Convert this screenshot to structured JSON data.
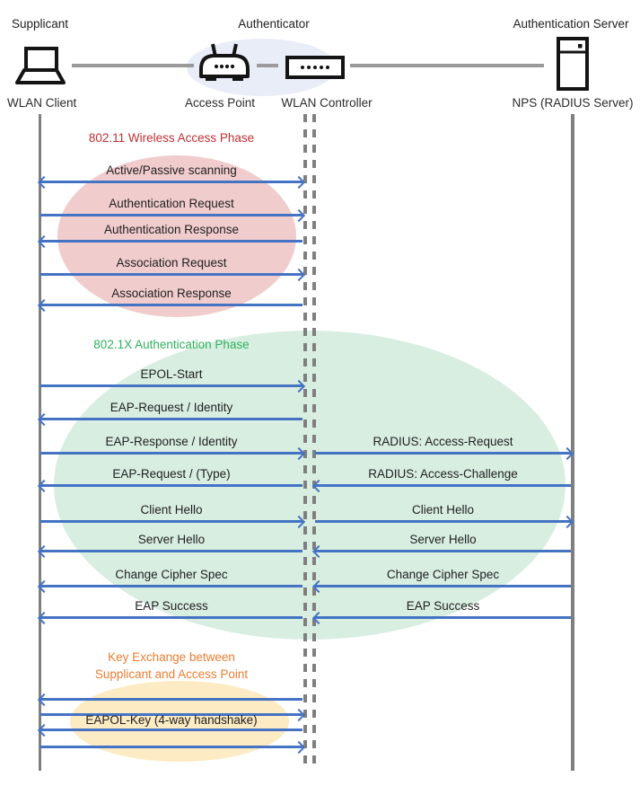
{
  "header": {
    "roles": {
      "supplicant": "Supplicant",
      "authenticator": "Authenticator",
      "auth_server": "Authentication Server"
    },
    "devices": {
      "wlan_client": "WLAN Client",
      "access_point": "Access Point",
      "wlan_controller": "WLAN Controller",
      "nps": "NPS (RADIUS Server)"
    }
  },
  "phases": {
    "wireless": {
      "title": "802.11 Wireless Access Phase"
    },
    "dot1x": {
      "title": "802.1X Authentication Phase"
    },
    "key_exchange": {
      "title_line1": "Key Exchange between",
      "title_line2": "Supplicant and Access Point"
    }
  },
  "messages": {
    "left": [
      {
        "label": "Active/Passive scanning",
        "direction": "both"
      },
      {
        "label": "Authentication Request",
        "direction": "right"
      },
      {
        "label": "Authentication Response",
        "direction": "left"
      },
      {
        "label": "Association Request",
        "direction": "right"
      },
      {
        "label": "Association Response",
        "direction": "left"
      },
      {
        "label": "EPOL-Start",
        "direction": "right"
      },
      {
        "label": "EAP-Request / Identity",
        "direction": "left"
      },
      {
        "label": "EAP-Response / Identity",
        "direction": "right"
      },
      {
        "label": "EAP-Request / (Type)",
        "direction": "left"
      },
      {
        "label": "Client Hello",
        "direction": "right"
      },
      {
        "label": "Server Hello",
        "direction": "left"
      },
      {
        "label": "Change Cipher Spec",
        "direction": "left"
      },
      {
        "label": "EAP Success",
        "direction": "left"
      },
      {
        "label": "",
        "direction": "left"
      },
      {
        "label": "",
        "direction": "right"
      },
      {
        "label": "EAPOL-Key (4-way handshake)",
        "direction": "left"
      },
      {
        "label": "",
        "direction": "right"
      }
    ],
    "right": [
      {
        "label": "RADIUS: Access-Request",
        "direction": "right"
      },
      {
        "label": "RADIUS: Access-Challenge",
        "direction": "left"
      },
      {
        "label": "Client Hello",
        "direction": "right"
      },
      {
        "label": "Server Hello",
        "direction": "left"
      },
      {
        "label": "Change Cipher Spec",
        "direction": "left"
      },
      {
        "label": "EAP Success",
        "direction": "left"
      }
    ]
  },
  "colors": {
    "arrow": "#4573C4",
    "lifeline": "#7F7F7F",
    "text": "#222222",
    "title_wireless": "#BE3035",
    "title_dot1x": "#30B05E",
    "title_key": "#ED7D31",
    "ellipse_wireless": "#F1CCCC",
    "ellipse_dot1x": "#D8EEE1",
    "ellipse_key": "#FCEBC3",
    "ellipse_authenticator": "#E9EDF7",
    "icon": "#141414"
  }
}
